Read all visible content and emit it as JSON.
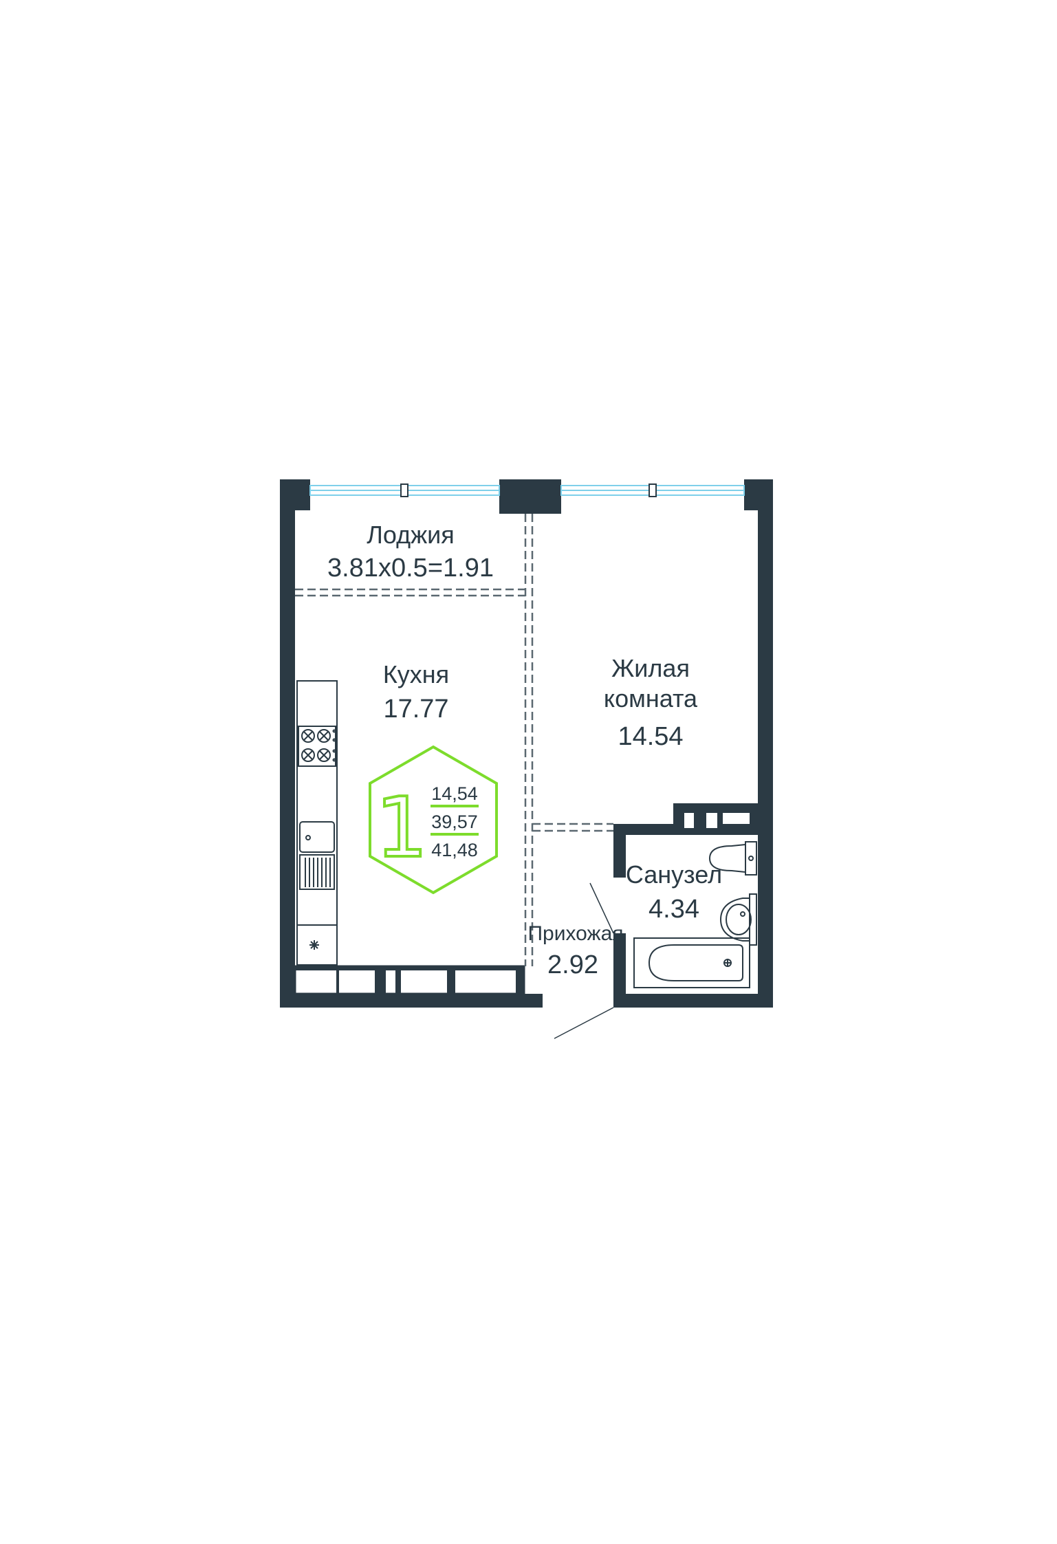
{
  "colors": {
    "wall": "#2b3a44",
    "window": "#7fd0ea",
    "badge": "#7ddc2c",
    "dash": "#5a6870"
  },
  "rooms": {
    "loggia": {
      "name": "Лоджия",
      "area": "3.81x0.5=1.91"
    },
    "kitchen": {
      "name": "Кухня",
      "area": "17.77"
    },
    "living": {
      "name_line1": "Жилая",
      "name_line2": "комната",
      "area": "14.54"
    },
    "bathroom": {
      "name": "Санузел",
      "area": "4.34"
    },
    "hallway": {
      "name": "Прихожая",
      "area": "2.92"
    }
  },
  "badge": {
    "rooms_count": "1",
    "living_area": "14,54",
    "total_area": "39,57",
    "total_with_loggia": "41,48"
  },
  "icons": [
    "stove-icon",
    "sink-icon",
    "dishwasher-icon",
    "fridge-icon",
    "toilet-icon",
    "washbasin-icon",
    "bathtub-icon"
  ]
}
